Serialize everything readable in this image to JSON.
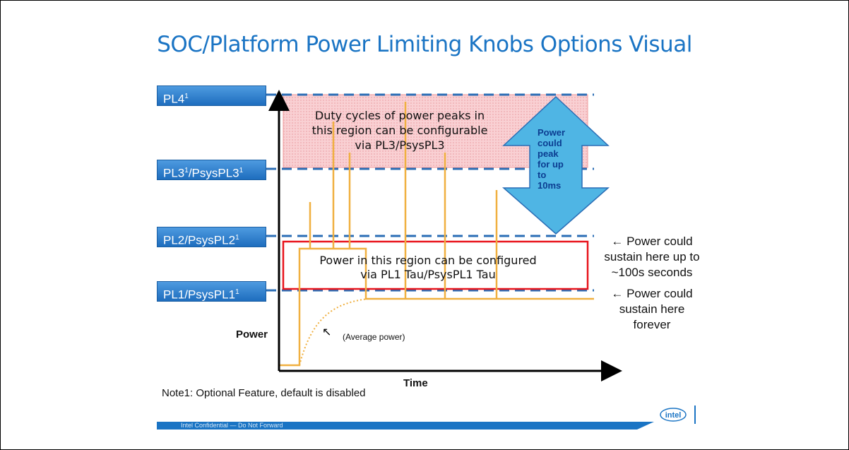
{
  "slide": {
    "title": "SOC/Platform Power Limiting Knobs Options Visual",
    "levels": [
      {
        "name": "PL4",
        "sup": "1",
        "suffix": ""
      },
      {
        "name": "PL3",
        "sup": "1",
        "suffix": "/PsysPL3",
        "sup2": "1"
      },
      {
        "name": "PL2/PsysPL2",
        "sup": "1",
        "suffix": ""
      },
      {
        "name": "PL1/PsysPL1",
        "sup": "1",
        "suffix": ""
      }
    ],
    "upper_region_text": [
      "Duty cycles of power peaks in",
      "this region can be configurable",
      "via PL3/PsysPL3"
    ],
    "middle_region_text": [
      "Power in this region can be configured",
      "via PL1 Tau/PsysPL1 Tau"
    ],
    "peak_arrow_text": [
      "Power",
      "could",
      "peak",
      "for up",
      "to",
      "10ms"
    ],
    "side_notes": {
      "pl2": [
        "← Power could",
        "sustain here up to",
        "~100s seconds"
      ],
      "pl1": [
        "← Power could",
        "sustain here",
        "forever"
      ]
    },
    "y_axis_label": "Power",
    "x_axis_label": "Time",
    "avg_label": "(Average power)",
    "avg_arrow": "↖",
    "note": "Note1: Optional Feature, default is disabled",
    "footer": "Intel Confidential — Do Not Forward",
    "logo_text": "intel",
    "colors": {
      "title": "#1a74c4",
      "label_blue": "#2f7fd0",
      "dash_blue": "#2a6db5",
      "pink_region": "#f8c9cc",
      "red_box": "#e8141c",
      "orange_line": "#f0b040",
      "arrow_fill": "#4fb5e4"
    }
  }
}
